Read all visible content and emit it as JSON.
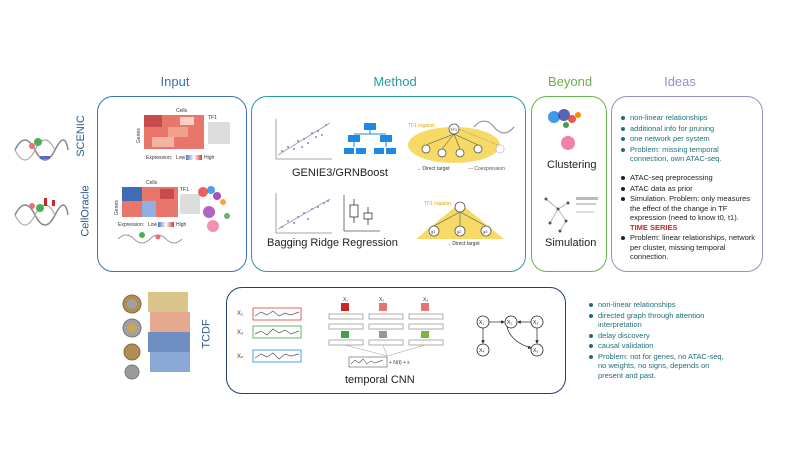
{
  "headers": {
    "input": "Input",
    "method": "Method",
    "beyond": "Beyond",
    "ideas": "Ideas"
  },
  "colors": {
    "input": "#3b6fb6",
    "method": "#2b9aa0",
    "beyond": "#6ab04c",
    "ideas": "#9b8ec4",
    "tcdf": "#1f3f77"
  },
  "rows": {
    "scenic": "SCENIC",
    "celloracle": "CellOracle",
    "tcdf": "TCDF"
  },
  "input_panel": {
    "cells_label": "Cells",
    "genes_label": "Genes",
    "tf_label": "TF1",
    "expression_label": "Expression:",
    "low_label": "Low",
    "high_label": "High"
  },
  "method_panel": {
    "genie3_label": "GENIE3/GRNBoost",
    "bagging_label": "Bagging Ridge Regression",
    "tf_regulon": "TF1 regulon",
    "direct_target": "→ Direct target",
    "coexpression": "--- Coexpression",
    "gene_nodes": [
      "g1",
      "g2",
      "g3"
    ],
    "tf_node": "TF1"
  },
  "beyond_panel": {
    "clustering": "Clustering",
    "simulation": "Simulation"
  },
  "ideas_scenic": [
    "non-linear relationships",
    "additional info for pruning",
    "one network per system",
    "Problem: missing temporal connection, own ATAC-seq."
  ],
  "ideas_celloracle": [
    "ATAC-seq preprocessing",
    "ATAC data as prior",
    "Simulation. Problem: only measures the effect of the change in TF expression (need to know t0, t1).",
    "Problem: linear relationships, network per cluster, missing temporal connection."
  ],
  "ideas_time_series": "TIME SERIES",
  "tcdf_panel": {
    "cnn_label": "temporal CNN",
    "series_labels": [
      "X₁",
      "X₂",
      "Xₙ"
    ],
    "column_labels": [
      "X₁",
      "X₂",
      "X₃"
    ],
    "formula": "+ N(t) + ε"
  },
  "tcdf_ideas": [
    "non-linear relationships",
    "directed graph through attention interpretation",
    "delay discovery",
    "causal validation",
    "Problem: not for genes, no ATAC-seq, no weights, no signs, depends on present and past."
  ],
  "graph_nodes": [
    "X₁",
    "X₂",
    "X₃",
    "X₄",
    "X₅"
  ]
}
